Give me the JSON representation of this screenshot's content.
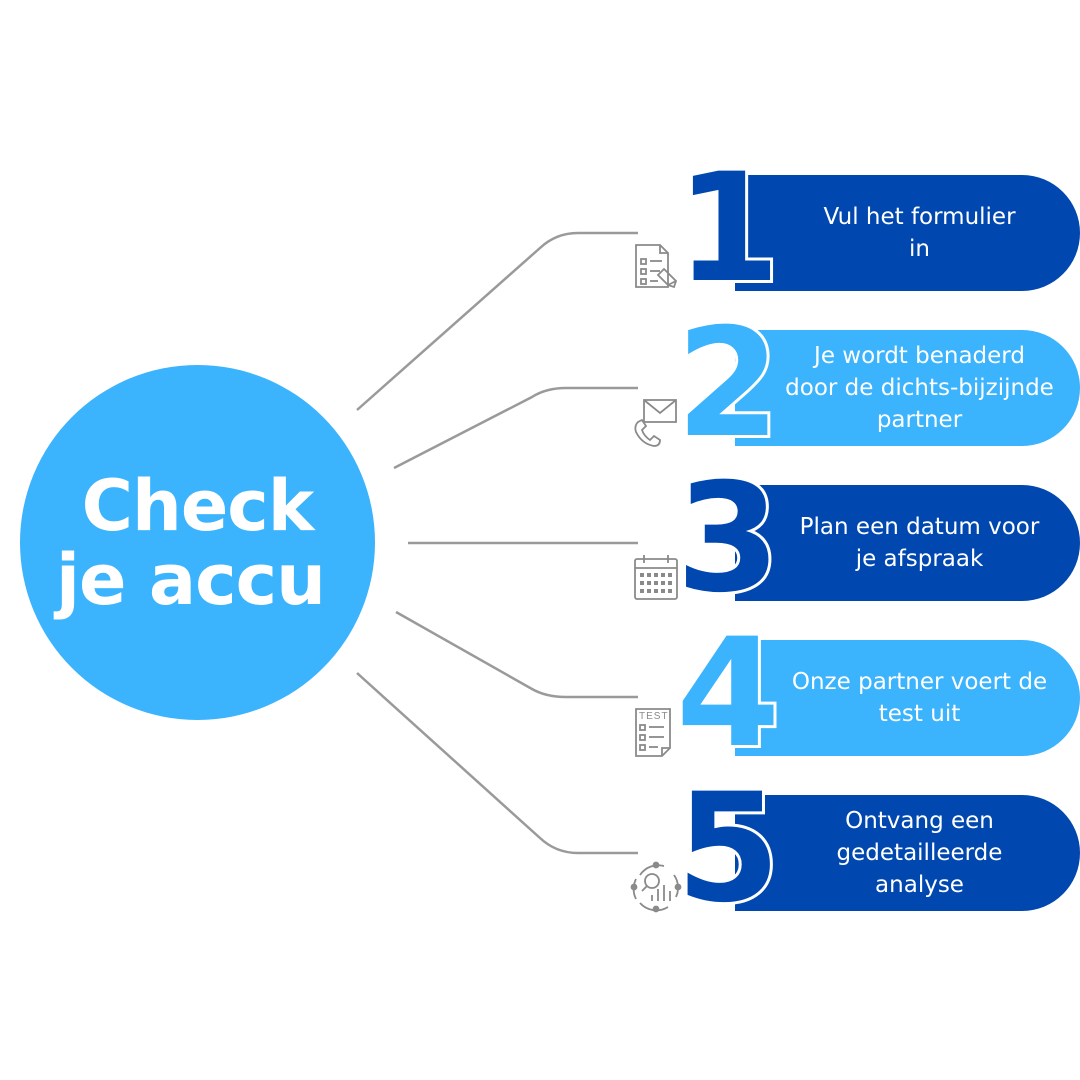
{
  "title": {
    "line1": "Check",
    "line2": "je accu"
  },
  "colors": {
    "hub": "#3bb3fd",
    "dark_blue": "#0048b0",
    "light_blue": "#3bb3fd",
    "connector": "#9a9a9a",
    "icon": "#8a8a8a"
  },
  "steps": [
    {
      "number": "1",
      "text": "Vul het formulier in",
      "style": "dark",
      "icon": "form-with-pen-icon"
    },
    {
      "number": "2",
      "text": "Je wordt benaderd door de dichts-bijzijnde partner",
      "style": "light",
      "icon": "mail-and-phone-icon"
    },
    {
      "number": "3",
      "text": "Plan een datum voor je afspraak",
      "style": "dark",
      "icon": "calendar-icon"
    },
    {
      "number": "4",
      "text": "Onze partner voert de test uit",
      "style": "light",
      "icon": "test-sheet-icon",
      "icon_text": "TEST"
    },
    {
      "number": "5",
      "text": "Ontvang een gedetailleerde analyse",
      "style": "dark",
      "icon": "analysis-icon"
    }
  ]
}
